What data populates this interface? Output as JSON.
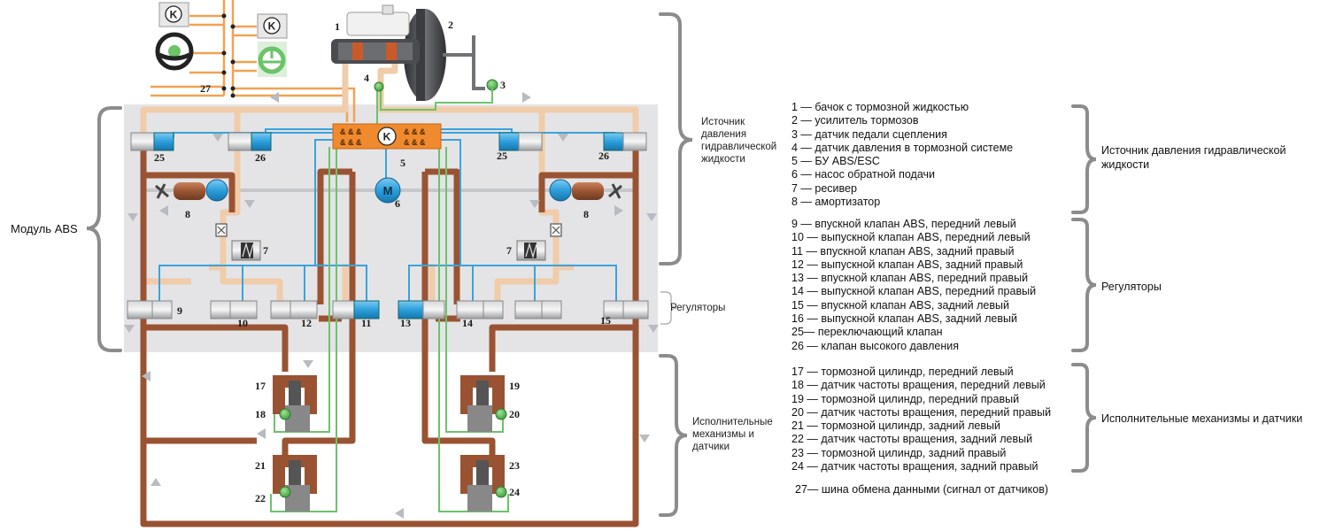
{
  "captions": {
    "module_abs": "Модуль ABS",
    "source_lines": [
      "Источник",
      "давления",
      "гидравлической",
      "жидкости"
    ],
    "regulators": "Регуляторы",
    "actuators_lines": [
      "Исполнительные",
      "механизмы и",
      "датчики"
    ]
  },
  "component_labels": {
    "n1": "1",
    "n2": "2",
    "n3": "3",
    "n4": "4",
    "n5": "5",
    "n6": "6",
    "n7": "7",
    "n8": "8",
    "n9": "9",
    "n10": "10",
    "n11": "11",
    "n12": "12",
    "n13": "13",
    "n14": "14",
    "n15": "15",
    "n17": "17",
    "n18": "18",
    "n19": "19",
    "n20": "20",
    "n21": "21",
    "n22": "22",
    "n23": "23",
    "n24": "24",
    "n25": "25",
    "n26": "26",
    "n27": "27",
    "ecu_symbol": "K",
    "motor_symbol": "M"
  },
  "legend": {
    "group_source": [
      "1 — бачок с тормозной жидкостью",
      "2 — усилитель тормозов",
      "3 — датчик педали сцепления",
      "4 — датчик давления в тормозной системе",
      "5 — БУ ABS/ESC",
      "6 — насос обратной подачи",
      "7 — ресивер",
      "8 — амортизатор"
    ],
    "group_regulators": [
      "9 — впускной клапан ABS, передний левый",
      "10 — выпускной клапан ABS, передний левый",
      "11 — впускной клапан ABS, задний правый",
      "12 — выпускной клапан ABS, задний правый",
      "13 — впускной клапан ABS, передний правый",
      "14 — выпускной клапан ABS, передний правый",
      "15 — впускной клапан ABS, задний левый",
      "16 — выпускной клапан ABS, задний левый",
      "25— переключающий клапан",
      "26 — клапан высокого давления"
    ],
    "group_actuators": [
      "17 — тормозной цилиндр, передний левый",
      "18 — датчик частоты вращения, передний левый",
      "19 — тормозной цилиндр, передний правый",
      "20 — датчик частоты вращения, передний правый",
      "21 — тормозной цилиндр, задний левый",
      "22 — датчик частоты вращения, задний левый",
      "23 — тормозной цилиндр, задний правый",
      "24 — датчик частоты вращения, задний правый"
    ],
    "bus": "27— шина обмена данными (сигнал от датчиков)",
    "group_names": {
      "source": [
        "Источник давления гидравлической",
        "жидкости"
      ],
      "regulators": "Регуляторы",
      "actuators": "Исполнительные механизмы и датчики"
    }
  },
  "colors": {
    "module_bg": "#e4e4e6",
    "brake_line": "#9a5332",
    "return_line": "#f0ccaa",
    "signal_line": "#3aa3dc",
    "sensor_line": "#6cc36a",
    "bus_line": "#f2a253",
    "ecu": "#f08a2e",
    "valve_blue": "#2ba0dd",
    "valve_grey": "#a9abae",
    "bracket": "#8c8c8c"
  }
}
